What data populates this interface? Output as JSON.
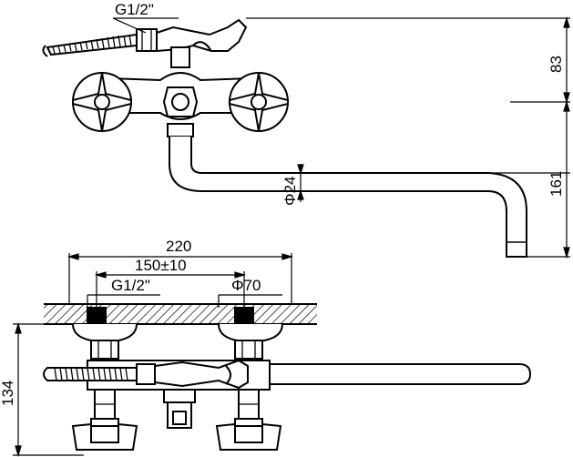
{
  "labels": {
    "thread_top": "G1/2\"",
    "height_83": "83",
    "height_161": "161",
    "pipe_diameter": "Φ24",
    "width_220": "220",
    "centers_150": "150±10",
    "thread_bottom": "G1/2\"",
    "flange_diameter": "Φ70",
    "depth_134": "134"
  },
  "colors": {
    "line": "#000000",
    "background": "#ffffff"
  }
}
